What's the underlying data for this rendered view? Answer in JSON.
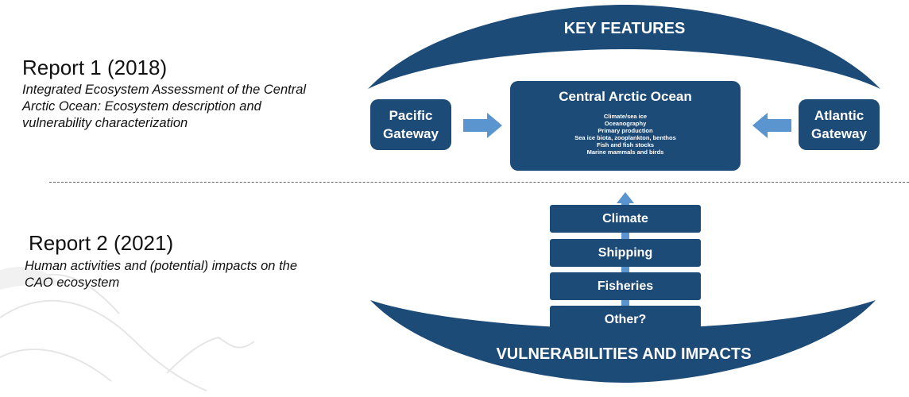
{
  "reports": [
    {
      "title": "Report 1 (2018)",
      "subtitle_lines": [
        "Integrated Ecosystem Assessment of the Central",
        "Arctic Ocean: Ecosystem description and",
        "vulnerability characterization"
      ]
    },
    {
      "title": "Report 2 (2021)",
      "subtitle_lines": [
        "Human activities and (potential) impacts on the",
        "CAO ecosystem"
      ]
    }
  ],
  "diagram": {
    "top_band_label": "KEY FEATURES",
    "bottom_band_label": "VULNERABILITIES AND IMPACTS",
    "left_gateway": [
      "Pacific",
      "Gateway"
    ],
    "right_gateway": [
      "Atlantic",
      "Gateway"
    ],
    "central": {
      "title": "Central Arctic Ocean",
      "items": [
        "Climate/sea ice",
        "Oceanography",
        "Primary production",
        "Sea ice biota, zooplankton, benthos",
        "Fish and fish stocks",
        "Marine mammals and birds"
      ]
    },
    "drivers": [
      "Climate",
      "Shipping",
      "Fisheries",
      "Other?"
    ],
    "colors": {
      "primary_box": "#1d4b78",
      "arrow": "#5b95cf",
      "text_light": "#ffffff"
    }
  }
}
